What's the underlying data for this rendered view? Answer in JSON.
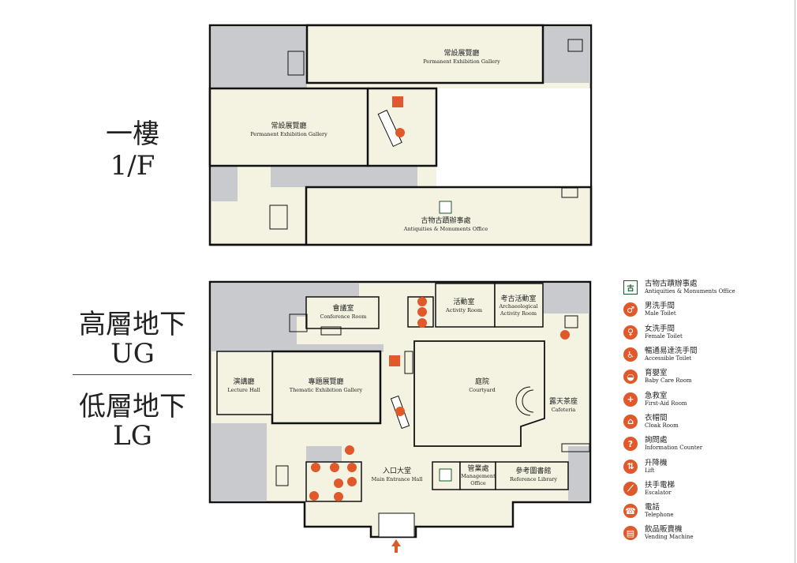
{
  "levels": {
    "f1_zh": "一樓",
    "f1_en": "1/F",
    "ug_zh": "高層地下",
    "ug_en": "UG",
    "lg_zh": "低層地下",
    "lg_en": "LG"
  },
  "rooms_1f": {
    "perm_top_zh": "常設展覽廳",
    "perm_top_en": "Permanent Exhibition Gallery",
    "perm_left_zh": "常設展覽廳",
    "perm_left_en": "Permanent Exhibition Gallery",
    "amo_zh": "古物古蹟辦事處",
    "amo_en": "Antiquities & Monuments Office"
  },
  "rooms_lg": {
    "conf_zh": "會議室",
    "conf_en": "Conference Room",
    "activity_zh": "活動室",
    "activity_en": "Activity Room",
    "arch_zh": "考古活動室",
    "arch_en1": "Archaeological",
    "arch_en2": "Activity Room",
    "lecture_zh": "演講廳",
    "lecture_en": "Lecture Hall",
    "thematic_zh": "專題展覽廳",
    "thematic_en": "Thematic Exhibition Gallery",
    "courtyard_zh": "庭院",
    "courtyard_en": "Courtyard",
    "cafe_zh": "露天茶座",
    "cafe_en": "Cafeteria",
    "entrance_zh": "入口大堂",
    "entrance_en": "Main Entrance Hall",
    "mgmt_zh": "管業處",
    "mgmt_en1": "Management",
    "mgmt_en2": "Office",
    "library_zh": "參考圖書館",
    "library_en": "Reference Library"
  },
  "legend": [
    {
      "icon": "antiquities-office-icon",
      "zh": "古物古蹟辦事處",
      "en": "Antiquities & Monuments Office",
      "glyph": "古"
    },
    {
      "icon": "male-toilet-icon",
      "zh": "男洗手間",
      "en": "Male Toilet",
      "glyph": "♂"
    },
    {
      "icon": "female-toilet-icon",
      "zh": "女洗手間",
      "en": "Female Toilet",
      "glyph": "♀"
    },
    {
      "icon": "accessible-toilet-icon",
      "zh": "暢通易達洗手間",
      "en": "Accessible Toilet",
      "glyph": "♿"
    },
    {
      "icon": "baby-care-icon",
      "zh": "育嬰室",
      "en": "Baby Care Room",
      "glyph": "◒"
    },
    {
      "icon": "first-aid-icon",
      "zh": "急救室",
      "en": "First-Aid Room",
      "glyph": "+"
    },
    {
      "icon": "cloak-room-icon",
      "zh": "衣帽間",
      "en": "Cloak Room",
      "glyph": "⌂"
    },
    {
      "icon": "information-icon",
      "zh": "詢問處",
      "en": "Information Counter",
      "glyph": "?"
    },
    {
      "icon": "lift-icon",
      "zh": "升降機",
      "en": "Lift",
      "glyph": "⇅"
    },
    {
      "icon": "escalator-icon",
      "zh": "扶手電梯",
      "en": "Escalator",
      "glyph": "⟋"
    },
    {
      "icon": "telephone-icon",
      "zh": "電話",
      "en": "Telephone",
      "glyph": "☎"
    },
    {
      "icon": "vending-machine-icon",
      "zh": "飲品販賣機",
      "en": "Vending Machine",
      "glyph": "▤"
    }
  ],
  "colors": {
    "floor": "#f4f3e2",
    "closed": "#c9cacd",
    "icon": "#e0592a",
    "wall": "#111111"
  }
}
